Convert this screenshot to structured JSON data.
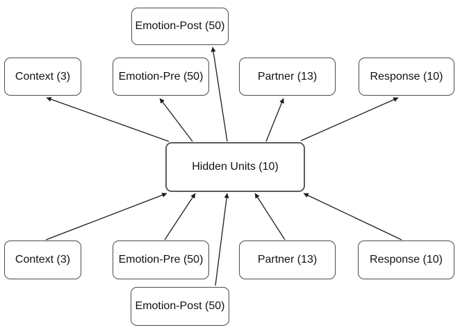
{
  "diagram": {
    "type": "neural-network-architecture",
    "background_color": "#ffffff",
    "box_border_color": "#4a4a4a",
    "arrow_color": "#1c1c1c",
    "text_color": "#111111"
  },
  "nodes": {
    "hidden": "Hidden Units (10)",
    "context_top": "Context (3)",
    "emotion_pre_top": "Emotion-Pre (50)",
    "emotion_post_top": "Emotion-Post (50)",
    "partner_top": "Partner (13)",
    "response_top": "Response (10)",
    "context_bottom": "Context (3)",
    "emotion_pre_bottom": "Emotion-Pre (50)",
    "emotion_post_bottom": "Emotion-Post (50)",
    "partner_bottom": "Partner (13)",
    "response_bottom": "Response (10)"
  },
  "edges": [
    {
      "from": "hidden",
      "to": "context_top"
    },
    {
      "from": "hidden",
      "to": "emotion_pre_top"
    },
    {
      "from": "hidden",
      "to": "emotion_post_top"
    },
    {
      "from": "hidden",
      "to": "partner_top"
    },
    {
      "from": "hidden",
      "to": "response_top"
    },
    {
      "from": "context_bottom",
      "to": "hidden"
    },
    {
      "from": "emotion_pre_bottom",
      "to": "hidden"
    },
    {
      "from": "emotion_post_bottom",
      "to": "hidden"
    },
    {
      "from": "partner_bottom",
      "to": "hidden"
    },
    {
      "from": "response_bottom",
      "to": "hidden"
    }
  ]
}
